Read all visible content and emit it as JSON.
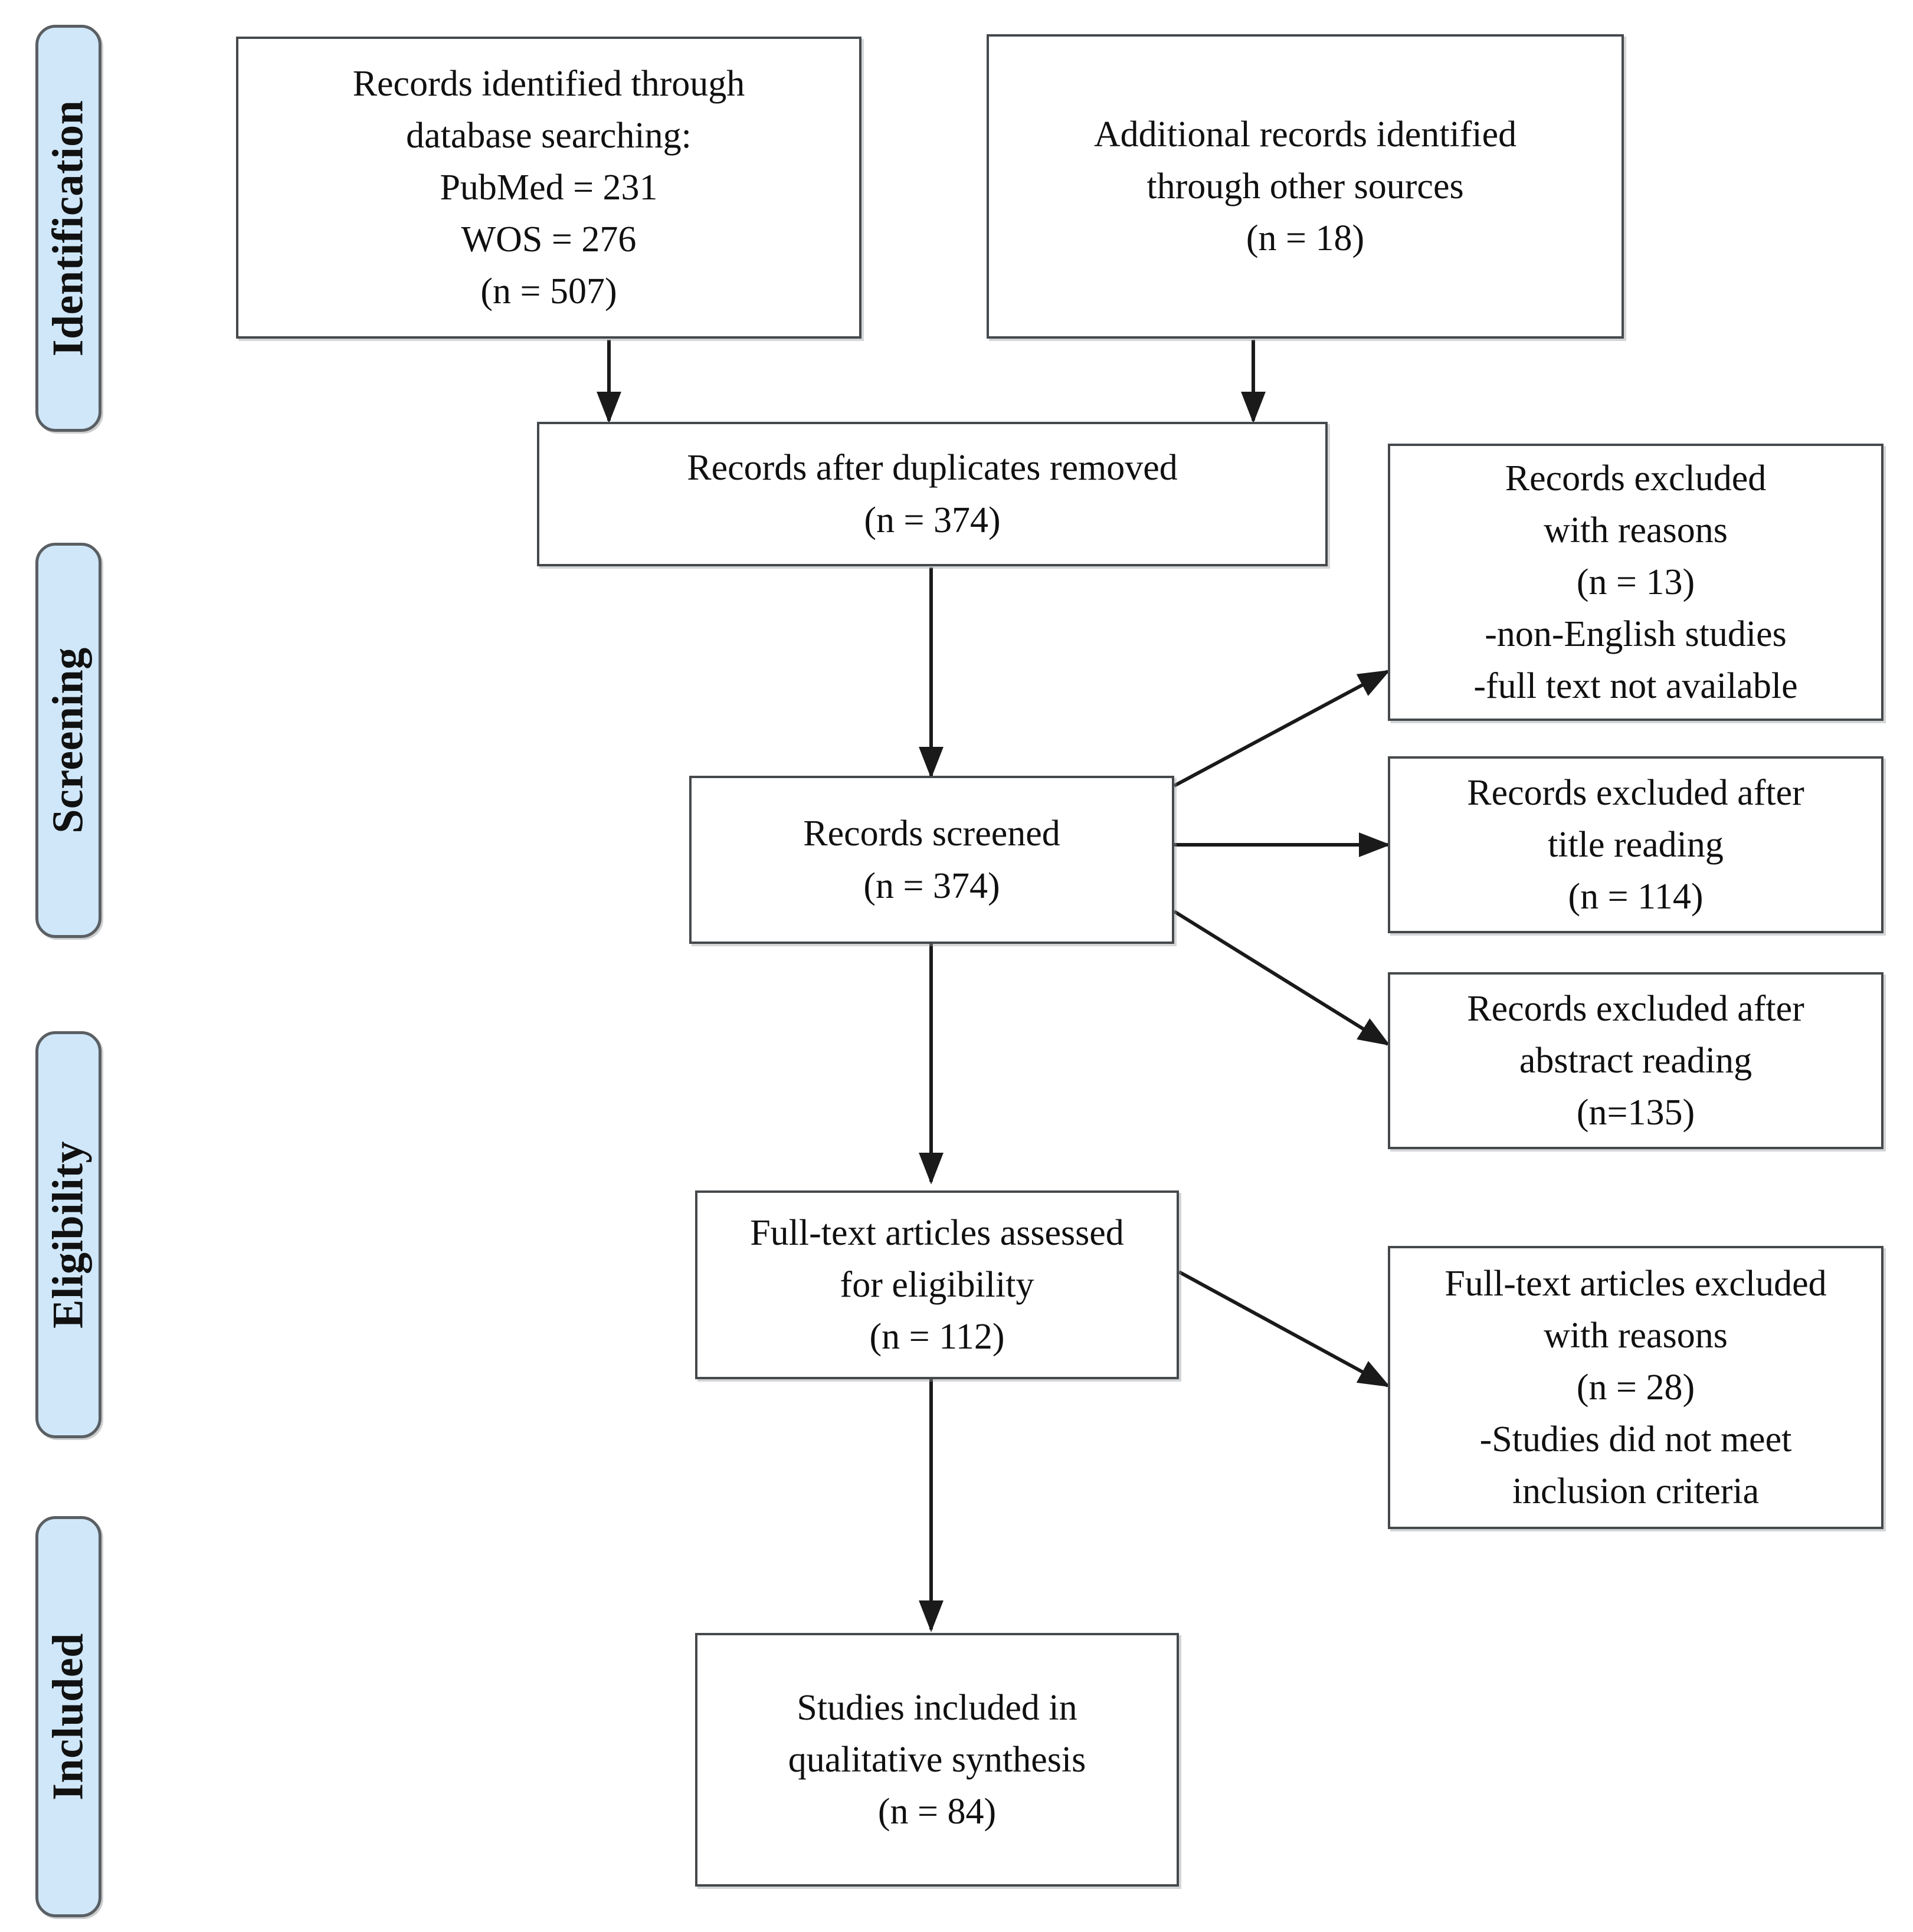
{
  "diagram": {
    "type": "PRISMA flow diagram",
    "stages": [
      {
        "id": "identification",
        "label": "Identification"
      },
      {
        "id": "screening",
        "label": "Screening"
      },
      {
        "id": "eligibility",
        "label": "Eligibility"
      },
      {
        "id": "included",
        "label": "Included"
      }
    ],
    "boxes": [
      {
        "id": "records-identified-database",
        "lines": [
          "Records identified through",
          "database searching:",
          "PubMed = 231",
          "WOS = 276",
          "(n = 507)"
        ]
      },
      {
        "id": "records-identified-other",
        "lines": [
          "Additional records identified",
          "through other sources",
          "(n = 18)"
        ]
      },
      {
        "id": "records-after-duplicates",
        "lines": [
          "Records after duplicates removed",
          "(n = 374)"
        ]
      },
      {
        "id": "records-excluded-with-reasons",
        "lines": [
          "Records excluded",
          "with reasons",
          "(n = 13)",
          "-non-English studies",
          "-full text not available"
        ]
      },
      {
        "id": "records-screened",
        "lines": [
          "Records screened",
          "(n = 374)"
        ]
      },
      {
        "id": "records-excluded-title",
        "lines": [
          "Records excluded after",
          "title reading",
          "(n = 114)"
        ]
      },
      {
        "id": "records-excluded-abstract",
        "lines": [
          "Records excluded after",
          "abstract reading",
          "(n=135)"
        ]
      },
      {
        "id": "fulltext-assessed",
        "lines": [
          "Full-text articles assessed",
          "for eligibility",
          "(n = 112)"
        ]
      },
      {
        "id": "fulltext-excluded",
        "lines": [
          "Full-text articles excluded",
          "with reasons",
          "(n = 28)",
          "-Studies did not meet",
          "inclusion criteria"
        ]
      },
      {
        "id": "studies-included",
        "lines": [
          "Studies included in",
          "qualitative synthesis",
          "(n = 84)"
        ]
      }
    ],
    "counts": {
      "pubmed": 231,
      "wos": 276,
      "database_total": 507,
      "other_sources": 18,
      "after_duplicates": 374,
      "screened": 374,
      "excluded_with_reasons": 13,
      "excluded_after_title": 114,
      "excluded_after_abstract": 135,
      "fulltext_assessed": 112,
      "fulltext_excluded": 28,
      "included_qualitative": 84
    },
    "colors": {
      "stage_pill_fill": "#cfe7f9",
      "stage_pill_border": "#5a5f63",
      "box_border": "#45494c",
      "text": "#101010",
      "connector": "#1a1a1a",
      "background": "#ffffff"
    }
  }
}
